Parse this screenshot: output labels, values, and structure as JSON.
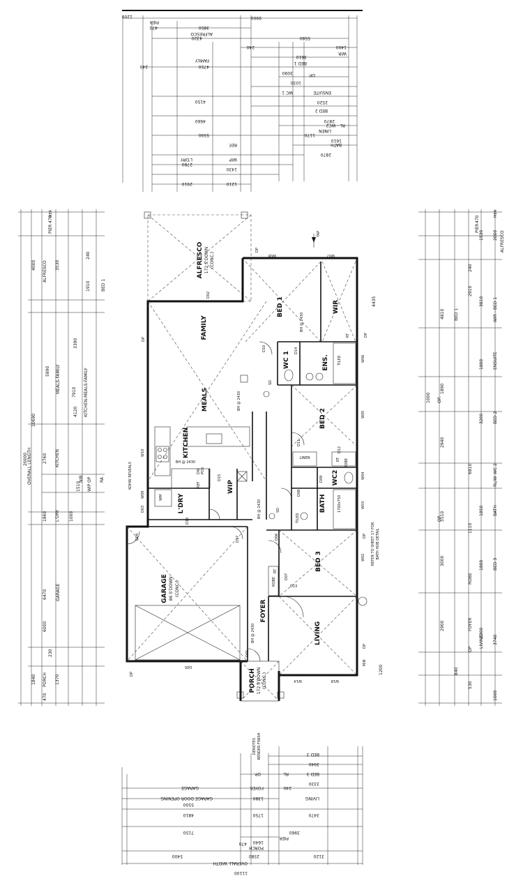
{
  "rooms": {
    "alfresco": "ALFRESCO",
    "alfresco_floor": "172 S'DOWN",
    "alfresco_conc": "(CONC.)",
    "family": "FAMILY",
    "meals": "MEALS",
    "kitchen": "KITCHEN",
    "bed1": "BED 1",
    "wir": "WIR",
    "wc1": "WC 1",
    "ens": "ENS.",
    "bed2": "BED 2",
    "linen": "LINEN",
    "robe": "ROBE",
    "wc2": "WC2",
    "bath": "BATH",
    "wip": "WIP",
    "ldry": "L'DRY",
    "bed3": "BED 3",
    "robe2": "ROBE",
    "foyer": "FOYER",
    "living": "LIVING",
    "garage": "GARAGE",
    "garage_floor": "86 S'DOWN",
    "garage_conc": "(CONC.)",
    "porch": "PORCH",
    "porch_floor": "172 S'DOWN",
    "porch_conc": "(CONC.)"
  },
  "labels": {
    "bh_meals": "BH @ 2430",
    "bh_bed1": "BH @ 2430",
    "bh_hall": "BH @ 2430",
    "bh_foyer": "BH @ 2430",
    "bh_kitchen": "BH @ 2430",
    "sd": "SD",
    "dp": "DP",
    "tap": "TAP",
    "mb": "M/B",
    "dw": "DW",
    "pos": "POS",
    "ref": "REF",
    "tiled": "TILED",
    "rt": "RT",
    "wm": "WM",
    "bath_size": "1700x750",
    "kohw": "KOHW REVEALS",
    "refer1": "REFER TO SHEET 17 FOR",
    "refer2": "BATH HOB DETAIL",
    "render1": "DENOTES",
    "render2": "RENDER FINISH",
    "pier": "PIER"
  },
  "windows": [
    "W08",
    "W07",
    "W06",
    "W05",
    "W04",
    "W03",
    "W02",
    "W10",
    "W09",
    "W14",
    "W18",
    "D05",
    "D01",
    "D02",
    "D03",
    "D04",
    "D06",
    "D07",
    "D08",
    "D09",
    "D10",
    "D11",
    "D12",
    "D13",
    "D14",
    "D15",
    "D16",
    "D17"
  ],
  "dims_top": [
    "1200",
    "470",
    "PIER",
    "3850",
    "ALFRESCO",
    "4320",
    "5580",
    "1400",
    "WIR",
    "240",
    "3610",
    "BED 1",
    "9900",
    "240",
    "4750",
    "FAMILY",
    "3090",
    "1030",
    "OP.",
    "ENSUITE",
    "WC 1",
    "2520",
    "BED 2",
    "4150",
    "4660",
    "2870",
    "LINEN",
    "RL - WC2",
    "1170",
    "5590",
    "1610",
    "BATH",
    "2870",
    "REF.",
    "WIP",
    "L'DRY",
    "2780",
    "1430",
    "2910",
    "1210"
  ],
  "dims_left": [
    "470",
    "PIER",
    "4000",
    "ALFRESCO",
    "3530",
    "240",
    "BED 1",
    "1910",
    "5890",
    "MEALS-FAMILY",
    "7910",
    "KITCHEN-MEALS-FAMILY",
    "3390",
    "4120",
    "10690",
    "2760",
    "KITCHEN",
    "NIB",
    "WIP",
    "1510",
    "OP",
    "RA",
    "20000",
    "OVERALL LENGTH",
    "L'DRY",
    "1860",
    "1000",
    "6470",
    "GARAGE",
    "6000",
    "230",
    "1840",
    "PORCH",
    "1370",
    "470"
  ],
  "dims_right": [
    "470",
    "PIER",
    "2000",
    "ALFRESCO",
    "1530",
    "240",
    "4810",
    "BED 1",
    "2910",
    "WIR - BED 1",
    "3810",
    "4435",
    "ENSUITE",
    "1800",
    "1890",
    "1000",
    "OP.",
    "2940",
    "3200",
    "BED 2",
    "6810",
    "WC 2",
    "RL/W",
    "5510",
    "BATH",
    "1850",
    "OP.",
    "1110",
    "3000",
    "ROBE",
    "BED 3",
    "1800",
    "FOYER",
    "2900",
    "2300",
    "OP",
    "3740",
    "LIVING",
    "1200",
    "840",
    "530",
    "1000"
  ],
  "dims_bottom": [
    "BED 3",
    "3940",
    "RL",
    "BED 3",
    "OP.",
    "3330",
    "LIVING",
    "240",
    "1380",
    "FOYER",
    "GARAGE",
    "GARAGE DOOR OPENING",
    "5500",
    "4810",
    "1750",
    "3470",
    "7150",
    "3960",
    "PIER",
    "1640",
    "PORCH",
    "470",
    "5400",
    "2580",
    "3120",
    "OVERALL WIDTH",
    "11100"
  ]
}
